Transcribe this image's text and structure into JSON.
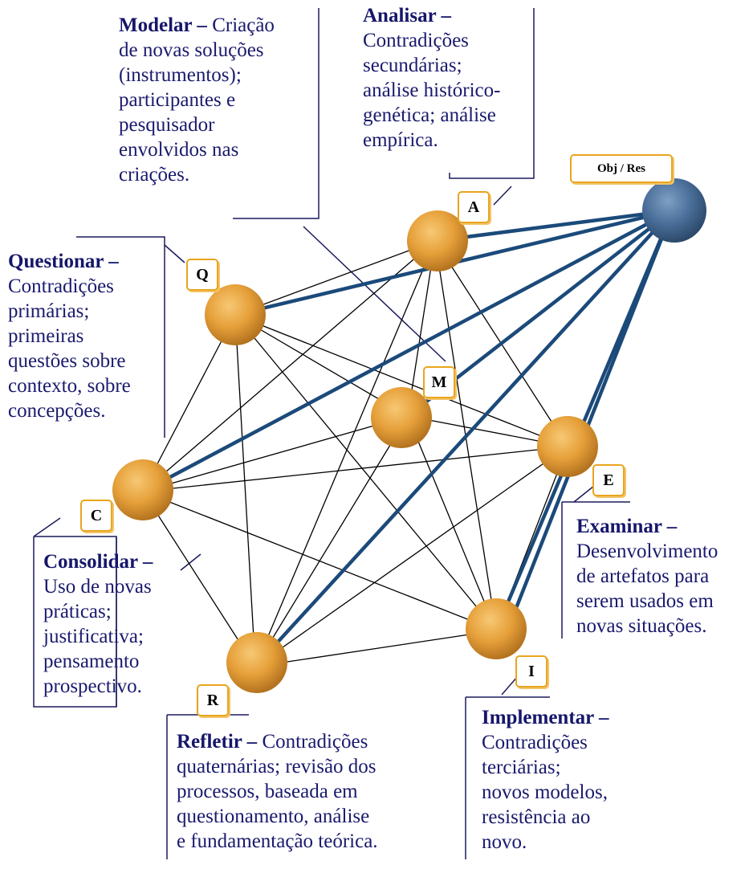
{
  "nodes": [
    {
      "id": "A",
      "label": "A",
      "title": "Analisar –",
      "lines": [
        "Contradições",
        "secundárias;",
        "análise histórico-",
        "genética; análise",
        "empírica."
      ]
    },
    {
      "id": "Q",
      "label": "Q",
      "title": "Questionar –",
      "lines": [
        "Contradições",
        "primárias;",
        "primeiras",
        "questões sobre",
        "contexto, sobre",
        "concepções."
      ]
    },
    {
      "id": "M",
      "label": "M",
      "title": "Modelar –",
      "title_inline": "Criação",
      "lines": [
        "de novas soluções",
        "(instrumentos);",
        "participantes e",
        "pesquisador",
        "envolvidos nas",
        "criações."
      ]
    },
    {
      "id": "E",
      "label": "E",
      "title": "Examinar –",
      "lines": [
        "Desenvolvimento",
        "de artefatos para",
        "serem usados em",
        "novas situações."
      ]
    },
    {
      "id": "C",
      "label": "C",
      "title": "Consolidar –",
      "lines": [
        "Uso de novas",
        "práticas;",
        "justificativa;",
        "pensamento",
        "prospectivo."
      ]
    },
    {
      "id": "R",
      "label": "R",
      "title": "Refletir –",
      "title_inline": "Contradições",
      "lines": [
        "quaternárias; revisão dos",
        "processos, baseada em",
        "questionamento, análise",
        "e fundamentação teórica."
      ]
    },
    {
      "id": "I",
      "label": "I",
      "title": "Implementar –",
      "lines": [
        "Contradições",
        "terciárias;",
        "novos modelos,",
        "resistência ao",
        "novo."
      ]
    }
  ],
  "object": {
    "label": "Obj / Res"
  },
  "colors": {
    "node": "#e9a23b",
    "object": "#4a6f9a",
    "thick_edge": "#1b4a7a",
    "thin_edge": "#000000",
    "text": "#1a1a6e",
    "label_border": "#e9a51e"
  }
}
